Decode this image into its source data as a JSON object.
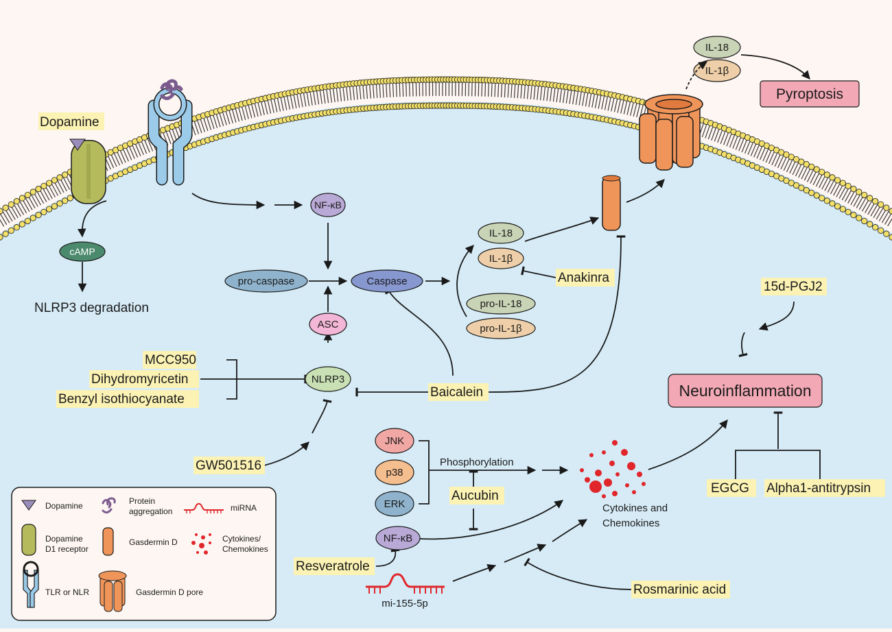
{
  "membrane": {
    "dopamine_label": "Dopamine",
    "camp": "cAMP",
    "nlrp3_degradation": "NLRP3 degradation",
    "nfkb_top": "NF-κB"
  },
  "pathway": {
    "pro_caspase": "pro-caspase",
    "caspase": "Caspase",
    "asc": "ASC",
    "nlrp3": "NLRP3",
    "il18": "IL-18",
    "il1b": "IL-1β",
    "pro_il18": "pro-IL-18",
    "pro_il1b": "pro-IL-1β",
    "il18_out": "IL-18",
    "il1b_out": "IL-1β",
    "pyroptosis": "Pyroptosis"
  },
  "inhibitors": {
    "mcc950": "MCC950",
    "dihydromyricetin": "Dihydromyricetin",
    "benzyl": "Benzyl isothiocyanate",
    "gw501516": "GW501516",
    "baicalein": "Baicalein",
    "anakinra": "Anakinra",
    "pgj2": "15d-PGJ2",
    "aucubin": "Aucubin",
    "resveratrole": "Resveratrole",
    "rosmarinic": "Rosmarinic acid",
    "egcg": "EGCG",
    "alpha1": "Alpha1-antitrypsin"
  },
  "lower": {
    "jnk": "JNK",
    "p38": "p38",
    "erk": "ERK",
    "phosphorylation": "Phosphorylation",
    "nfkb": "NF-κB",
    "mirna": "mi-155-5p",
    "cytokines_line1": "Cytokines and",
    "cytokines_line2": "Chemokines",
    "neuroinflammation": "Neuroinflammation"
  },
  "legend": {
    "dopamine": "Dopamine",
    "protein_line1": "Protein",
    "protein_line2": "aggregation",
    "mirna": "miRNA",
    "d1_line1": "Dopamine",
    "d1_line2": "D1 receptor",
    "gasdermin": "Gasdermin D",
    "cyto_line1": "Cytokines/",
    "cyto_line2": "Chemokines",
    "tlr": "TLR or NLR",
    "pore": "Gasdermin D pore"
  },
  "colors": {
    "cytoplasm": "#d6ebf6",
    "extracellular": "#fdf6f2",
    "lipid_head": "#f2e06a",
    "highlight": "#fbf2b4",
    "gasdermin": "#f0955a",
    "pink_box": "#f2a9b5",
    "cytokine_red": "#e0262b"
  }
}
